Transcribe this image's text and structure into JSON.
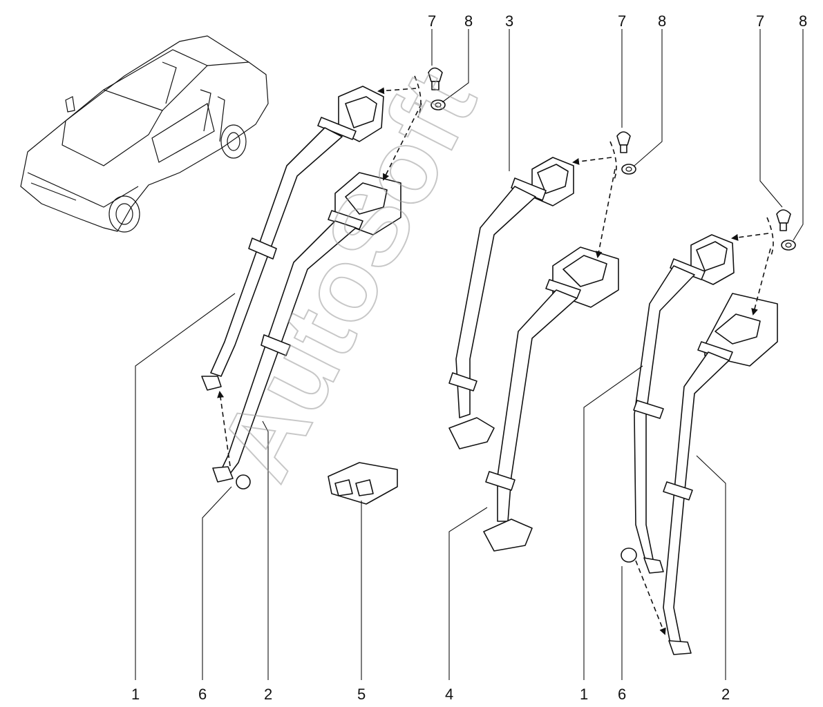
{
  "watermark": "AutoSoft",
  "callouts": {
    "a1": "1",
    "a6": "6",
    "a2": "2",
    "a5": "5",
    "a4": "4",
    "b1": "1",
    "b6": "6",
    "b2": "2",
    "t7a": "7",
    "t8a": "8",
    "t3": "3",
    "t7b": "7",
    "t8b": "8",
    "t7c": "7",
    "t8c": "8"
  },
  "colors": {
    "line": "#111111",
    "watermark": "#9a9a9a",
    "background": "#ffffff"
  }
}
